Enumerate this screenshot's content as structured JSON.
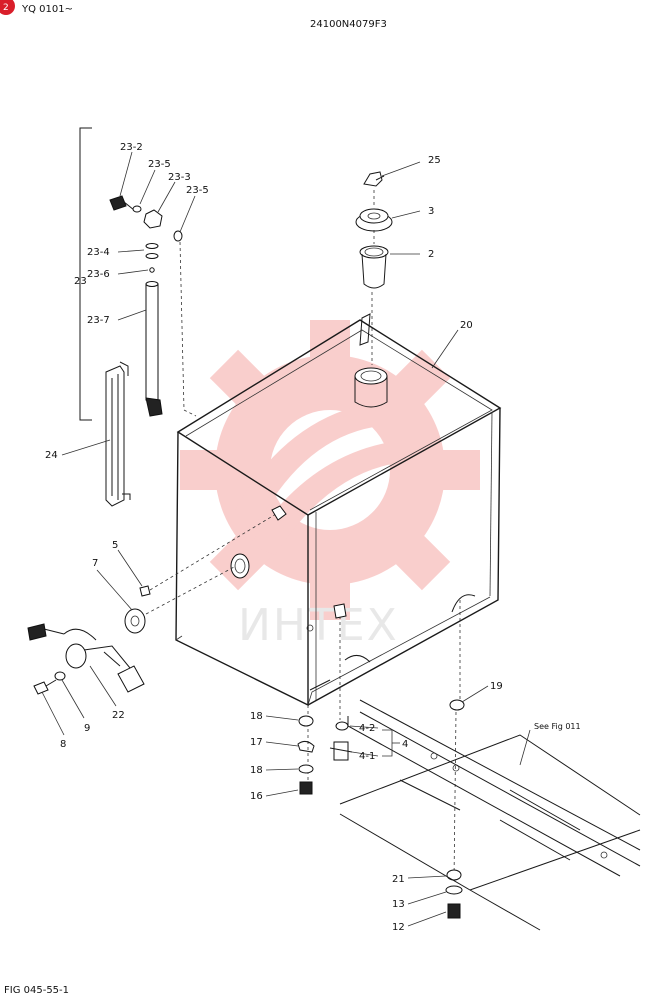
{
  "header": {
    "badge": "2",
    "serial": "YQ 0101~",
    "drawing_no": "24100N4079F3"
  },
  "footer": {
    "figure": "FIG 045-55-1"
  },
  "watermark": {
    "text": "ИНТЕХ",
    "color": "#e8231e"
  },
  "callouts": {
    "c23_2": "23-2",
    "c23_5a": "23-5",
    "c23_3": "23-3",
    "c23_5b": "23-5",
    "c23_4": "23-4",
    "c23_6": "23-6",
    "c23": "23",
    "c23_7": "23-7",
    "c24": "24",
    "c25": "25",
    "c3": "3",
    "c2": "2",
    "c20": "20",
    "c5": "5",
    "c7": "7",
    "c22": "22",
    "c9": "9",
    "c8": "8",
    "c18a": "18",
    "c17": "17",
    "c18b": "18",
    "c16": "16",
    "c4_2": "4-2",
    "c4_1": "4-1",
    "c4": "4",
    "c19": "19",
    "c21": "21",
    "c13": "13",
    "c12": "12",
    "see_fig": "See Fig 011"
  }
}
